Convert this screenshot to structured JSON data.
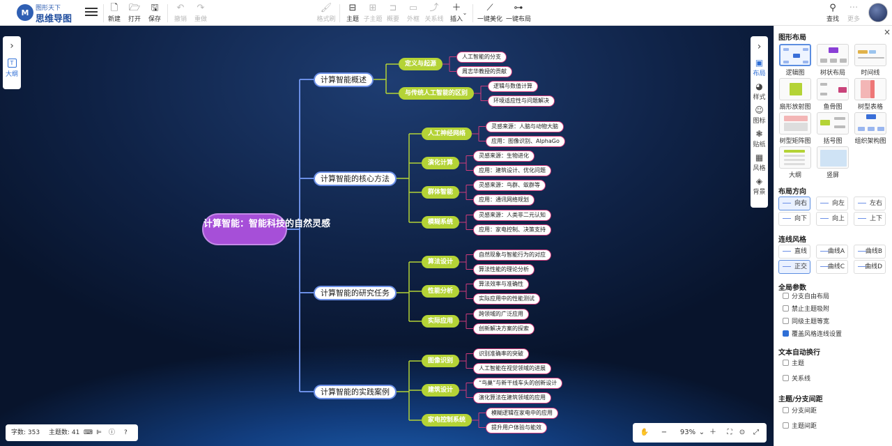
{
  "app": {
    "logo_badge": "M",
    "logo_sub": "图形天下",
    "logo_main": "思维导图"
  },
  "toolbar": {
    "new": "新建",
    "open": "打开",
    "save": "保存",
    "undo": "撤销",
    "redo": "重做",
    "format_painter": "格式刷",
    "topic": "主题",
    "subtopic": "子主题",
    "summary": "概要",
    "outer_frame": "外框",
    "relation": "关系线",
    "insert": "插入",
    "beautify": "一键美化",
    "auto_layout": "一键布局",
    "search": "查找",
    "more": "更多"
  },
  "left_sidebar": {
    "outline": "大纲",
    "outline_icon_letter": "T"
  },
  "right_sidebar": {
    "items": [
      "布局",
      "样式",
      "图标",
      "贴纸",
      "风格",
      "背景"
    ]
  },
  "mindmap": {
    "root": "计算智能：智能科技的自然灵感",
    "branches": [
      {
        "label": "计算智能概述",
        "children": [
          {
            "label": "定义与起源",
            "leaves": [
              "人工智能的分支",
              "周志华教授的贡献"
            ]
          },
          {
            "label": "与传统人工智能的区别",
            "leaves": [
              "逻辑与数值计算",
              "环境适应性与问题解决"
            ]
          }
        ]
      },
      {
        "label": "计算智能的核心方法",
        "children": [
          {
            "label": "人工神经网络",
            "leaves": [
              "灵感来源：人脑与动物大脑",
              "应用：图像识别、AlphaGo"
            ]
          },
          {
            "label": "演化计算",
            "leaves": [
              "灵感来源：生物进化",
              "应用：建筑设计、优化问题"
            ]
          },
          {
            "label": "群体智能",
            "leaves": [
              "灵感来源：鸟群、蚁群等",
              "应用：通讯网络规划"
            ]
          },
          {
            "label": "模糊系统",
            "leaves": [
              "灵感来源：人类非二元认知",
              "应用：家电控制、决策支持"
            ]
          }
        ]
      },
      {
        "label": "计算智能的研究任务",
        "children": [
          {
            "label": "算法设计",
            "leaves": [
              "自然现象与智能行为的对应",
              "算法性能的理论分析"
            ]
          },
          {
            "label": "性能分析",
            "leaves": [
              "算法效率与准确性",
              "实际应用中的性能测试"
            ]
          },
          {
            "label": "实际应用",
            "leaves": [
              "跨领域的广泛应用",
              "创新解决方案的探索"
            ]
          }
        ]
      },
      {
        "label": "计算智能的实践案例",
        "children": [
          {
            "label": "图像识别",
            "leaves": [
              "识别准确率的突破",
              "人工智能在视觉领域的进展"
            ]
          },
          {
            "label": "建筑设计",
            "leaves": [
              "“鸟巢”与新干线车头的创新设计",
              "演化算法在建筑领域的应用"
            ]
          },
          {
            "label": "家电控制系统",
            "leaves": [
              "模糊逻辑在家电中的应用",
              "提升用户体验与能效"
            ]
          }
        ]
      }
    ]
  },
  "status": {
    "words": "字数: 353",
    "topics": "主题数: 41"
  },
  "zoom": {
    "value": "93%"
  },
  "panel": {
    "sections": {
      "layout": "图形布局",
      "direction": "布局方向",
      "line_style": "连线风格",
      "global": "全局参数",
      "wrap": "文本自动换行",
      "spacing": "主题/分支间距"
    },
    "layouts": [
      "逻辑图",
      "树状布局",
      "时间线",
      "扇形放射图",
      "鱼骨图",
      "树型表格",
      "树型矩阵图",
      "括号图",
      "组织架构图",
      "大纲",
      "竖屏"
    ],
    "directions": [
      "向右",
      "向左",
      "左右",
      "向下",
      "向上",
      "上下"
    ],
    "line_styles": [
      "直线",
      "曲线A",
      "曲线B",
      "正交",
      "曲线C",
      "曲线D"
    ],
    "global_options": [
      {
        "label": "分支自由布局",
        "checked": false
      },
      {
        "label": "禁止主题吸附",
        "checked": false
      },
      {
        "label": "同级主题等宽",
        "checked": false
      },
      {
        "label": "覆盖风格连线设置",
        "checked": true
      }
    ],
    "wrap_options": [
      {
        "label": "主题",
        "checked": false
      },
      {
        "label": "关系线",
        "checked": false
      }
    ],
    "spacing_options": [
      {
        "label": "分支间距",
        "checked": false
      },
      {
        "label": "主题间距",
        "checked": false
      }
    ],
    "close": "×"
  }
}
